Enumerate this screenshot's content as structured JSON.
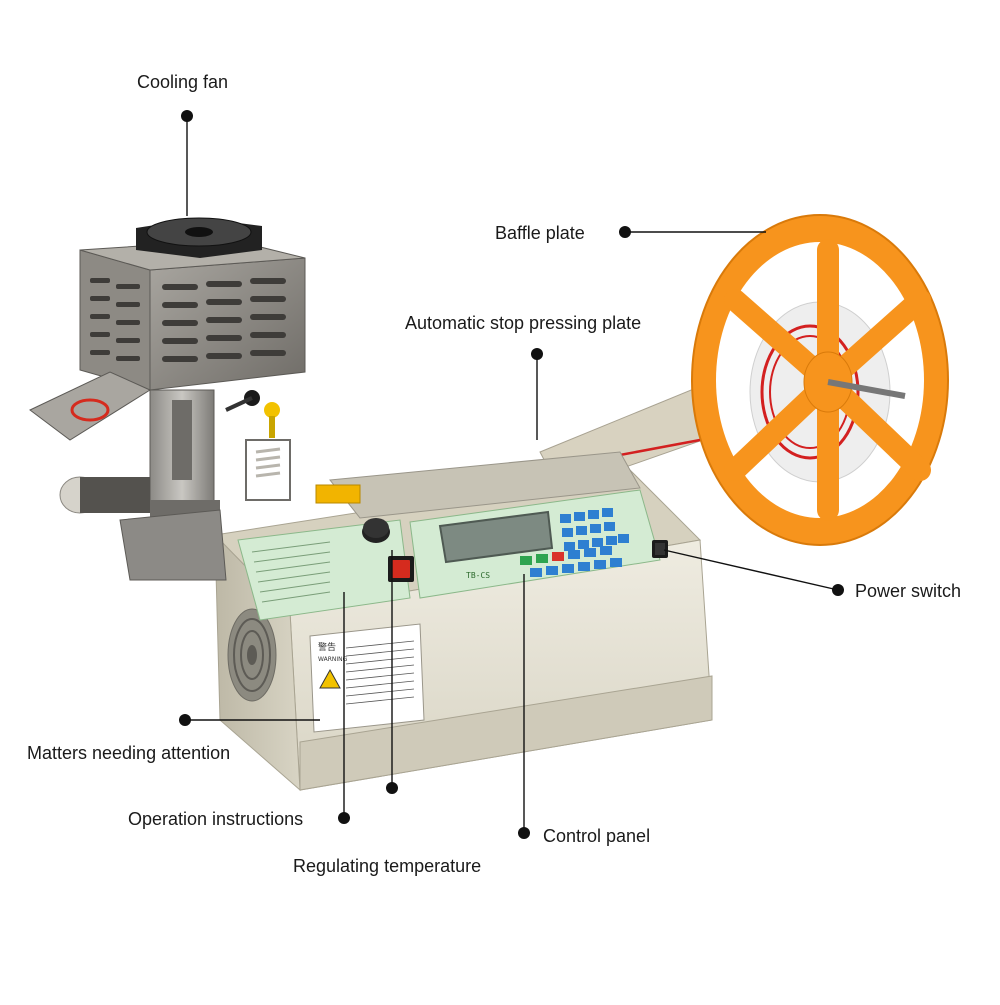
{
  "callouts": {
    "cooling_fan": "Cooling fan",
    "baffle_plate": "Baffle plate",
    "auto_stop_plate": "Automatic stop pressing plate",
    "power_switch": "Power switch",
    "matters_attention": "Matters needing attention",
    "operation_instructions": "Operation instructions",
    "control_panel": "Control panel",
    "regulating_temperature": "Regulating temperature"
  },
  "machine": {
    "warning_title": "警告",
    "warning_subtitle": "WARNING",
    "panel_model": "TB-CS",
    "colors": {
      "body": "#e6e3d6",
      "panel": "#d4ebd3",
      "reel": "#f7941d",
      "switch": "#d52b1e",
      "key_blue": "#2e7fd1",
      "key_green": "#2ea44f",
      "key_red": "#d9342b",
      "lcd": "#7d8a82"
    }
  }
}
